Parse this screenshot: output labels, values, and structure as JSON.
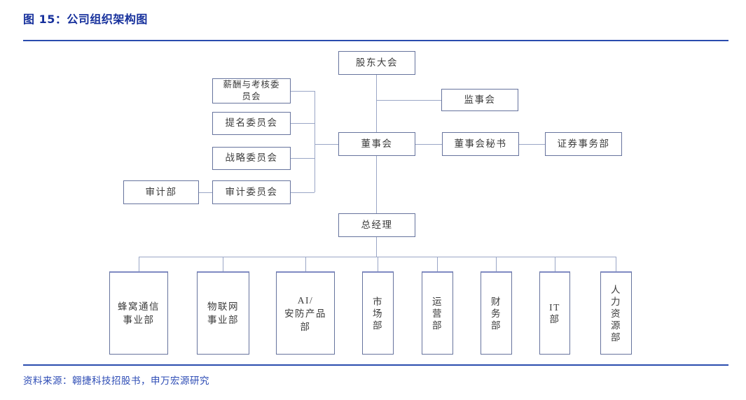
{
  "figure": {
    "title": "图 15：公司组织架构图",
    "source": "资料来源：翱捷科技招股书，申万宏源研究"
  },
  "colors": {
    "accent_blue": "#16309c",
    "rule_blue": "#2a4cae",
    "source_blue": "#2d4cb5",
    "box_border": "#66739d",
    "connector_line": "#9aa6c6",
    "box_text": "#3b3b3b"
  },
  "nodes": {
    "shareholders": {
      "label": "股东大会"
    },
    "supervisory": {
      "label": "监事会"
    },
    "board": {
      "label": "董事会"
    },
    "board_secretary": {
      "label": "董事会秘书"
    },
    "securities_dept": {
      "label": "证券事务部"
    },
    "committee_compensation": {
      "label": "薪酬与考核委\n员会"
    },
    "committee_nomination": {
      "label": "提名委员会"
    },
    "committee_strategy": {
      "label": "战略委员会"
    },
    "committee_audit": {
      "label": "审计委员会"
    },
    "audit_dept": {
      "label": "审计部"
    },
    "general_manager": {
      "label": "总经理"
    },
    "dept_cellular": {
      "label": "蜂窝通信\n事业部"
    },
    "dept_iot": {
      "label": "物联网\n事业部"
    },
    "dept_ai_security": {
      "label": "AI/\n安防产品\n部"
    },
    "dept_marketing": {
      "label": "市\n场\n部"
    },
    "dept_operations": {
      "label": "运\n营\n部"
    },
    "dept_finance": {
      "label": "财\n务\n部"
    },
    "dept_it": {
      "label": "IT\n部"
    },
    "dept_hr": {
      "label": "人\n力\n资\n源\n部"
    }
  },
  "edges": [
    [
      "股东大会",
      "监事会"
    ],
    [
      "股东大会",
      "董事会"
    ],
    [
      "董事会",
      "薪酬与考核委员会"
    ],
    [
      "董事会",
      "提名委员会"
    ],
    [
      "董事会",
      "战略委员会"
    ],
    [
      "董事会",
      "审计委员会"
    ],
    [
      "审计委员会",
      "审计部"
    ],
    [
      "董事会",
      "董事会秘书"
    ],
    [
      "董事会秘书",
      "证券事务部"
    ],
    [
      "董事会",
      "总经理"
    ],
    [
      "总经理",
      "蜂窝通信事业部"
    ],
    [
      "总经理",
      "物联网事业部"
    ],
    [
      "总经理",
      "AI/安防产品部"
    ],
    [
      "总经理",
      "市场部"
    ],
    [
      "总经理",
      "运营部"
    ],
    [
      "总经理",
      "财务部"
    ],
    [
      "总经理",
      "IT部"
    ],
    [
      "总经理",
      "人力资源部"
    ]
  ]
}
